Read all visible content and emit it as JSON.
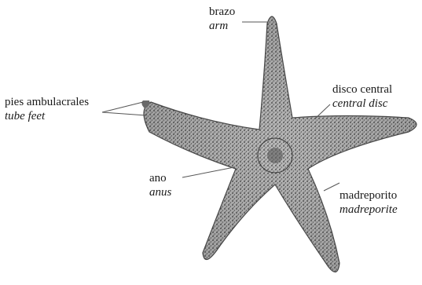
{
  "labels": {
    "arm": {
      "es": "brazo",
      "en": "arm"
    },
    "tube_feet": {
      "es": "pies ambulacrales",
      "en": "tube feet"
    },
    "central_disc": {
      "es": "disco central",
      "en": "central disc"
    },
    "anus": {
      "es": "ano",
      "en": "anus"
    },
    "madreporite": {
      "es": "madreporito",
      "en": "madreporite"
    }
  },
  "colors": {
    "body_fill": "#bdbdbd",
    "body_stipple": "#3a3a3a",
    "leader_line": "#555555",
    "text": "#1a1a1a"
  }
}
